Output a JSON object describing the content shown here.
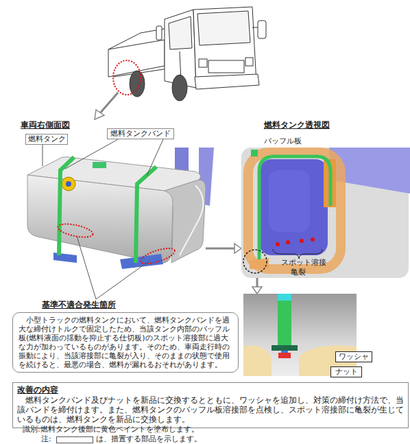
{
  "diagram": {
    "nodes": [
      {
        "text": [
          "燃料タンク"
        ]
      },
      {
        "text": [
          "燃料タンクバンド"
        ]
      },
      {
        "text": [
          "基準不適合発生箇所",
          "小型トラックの燃料タンクにおいて、燃料タンクバンドを過大な締付けトルクで固定したため、当該タンク内部のバッフル板(燃料液面の揺動を抑止する仕切板)のスポット溶接部に過大な力が加わっているものがあります。そのため、車両走行時の振動により、当該溶接部に亀裂が入り、そのままの状態で使用を続けると、最悪の場合、燃料が漏れるおそれがあります。"
        ]
      },
      {
        "text": [
          "ワッシャ"
        ]
      },
      {
        "text": [
          "ナット"
        ]
      },
      {
        "text": [
          "改善の内容",
          "燃料タンクバンド及びナットを新品に交換するとともに、ワッシャを追加し、対策の締付け方法で、当該バンドを締付けます。また、燃料タンクのバッフル板溶接部を点検し、スポット溶接部に亀裂が生じているものは、燃料タンクを新品に交換します。"
        ]
      }
    ],
    "labels": [
      "車両右側面図",
      "燃料タンク透視図",
      "バッフル板",
      "スポット溶接",
      "亀裂",
      "識別:燃料タンク後部に黄色ペイントを塗布します。",
      "注:"
    ],
    "legend": [
      {
        "text": "は、措置する部品を示します。"
      }
    ]
  }
}
